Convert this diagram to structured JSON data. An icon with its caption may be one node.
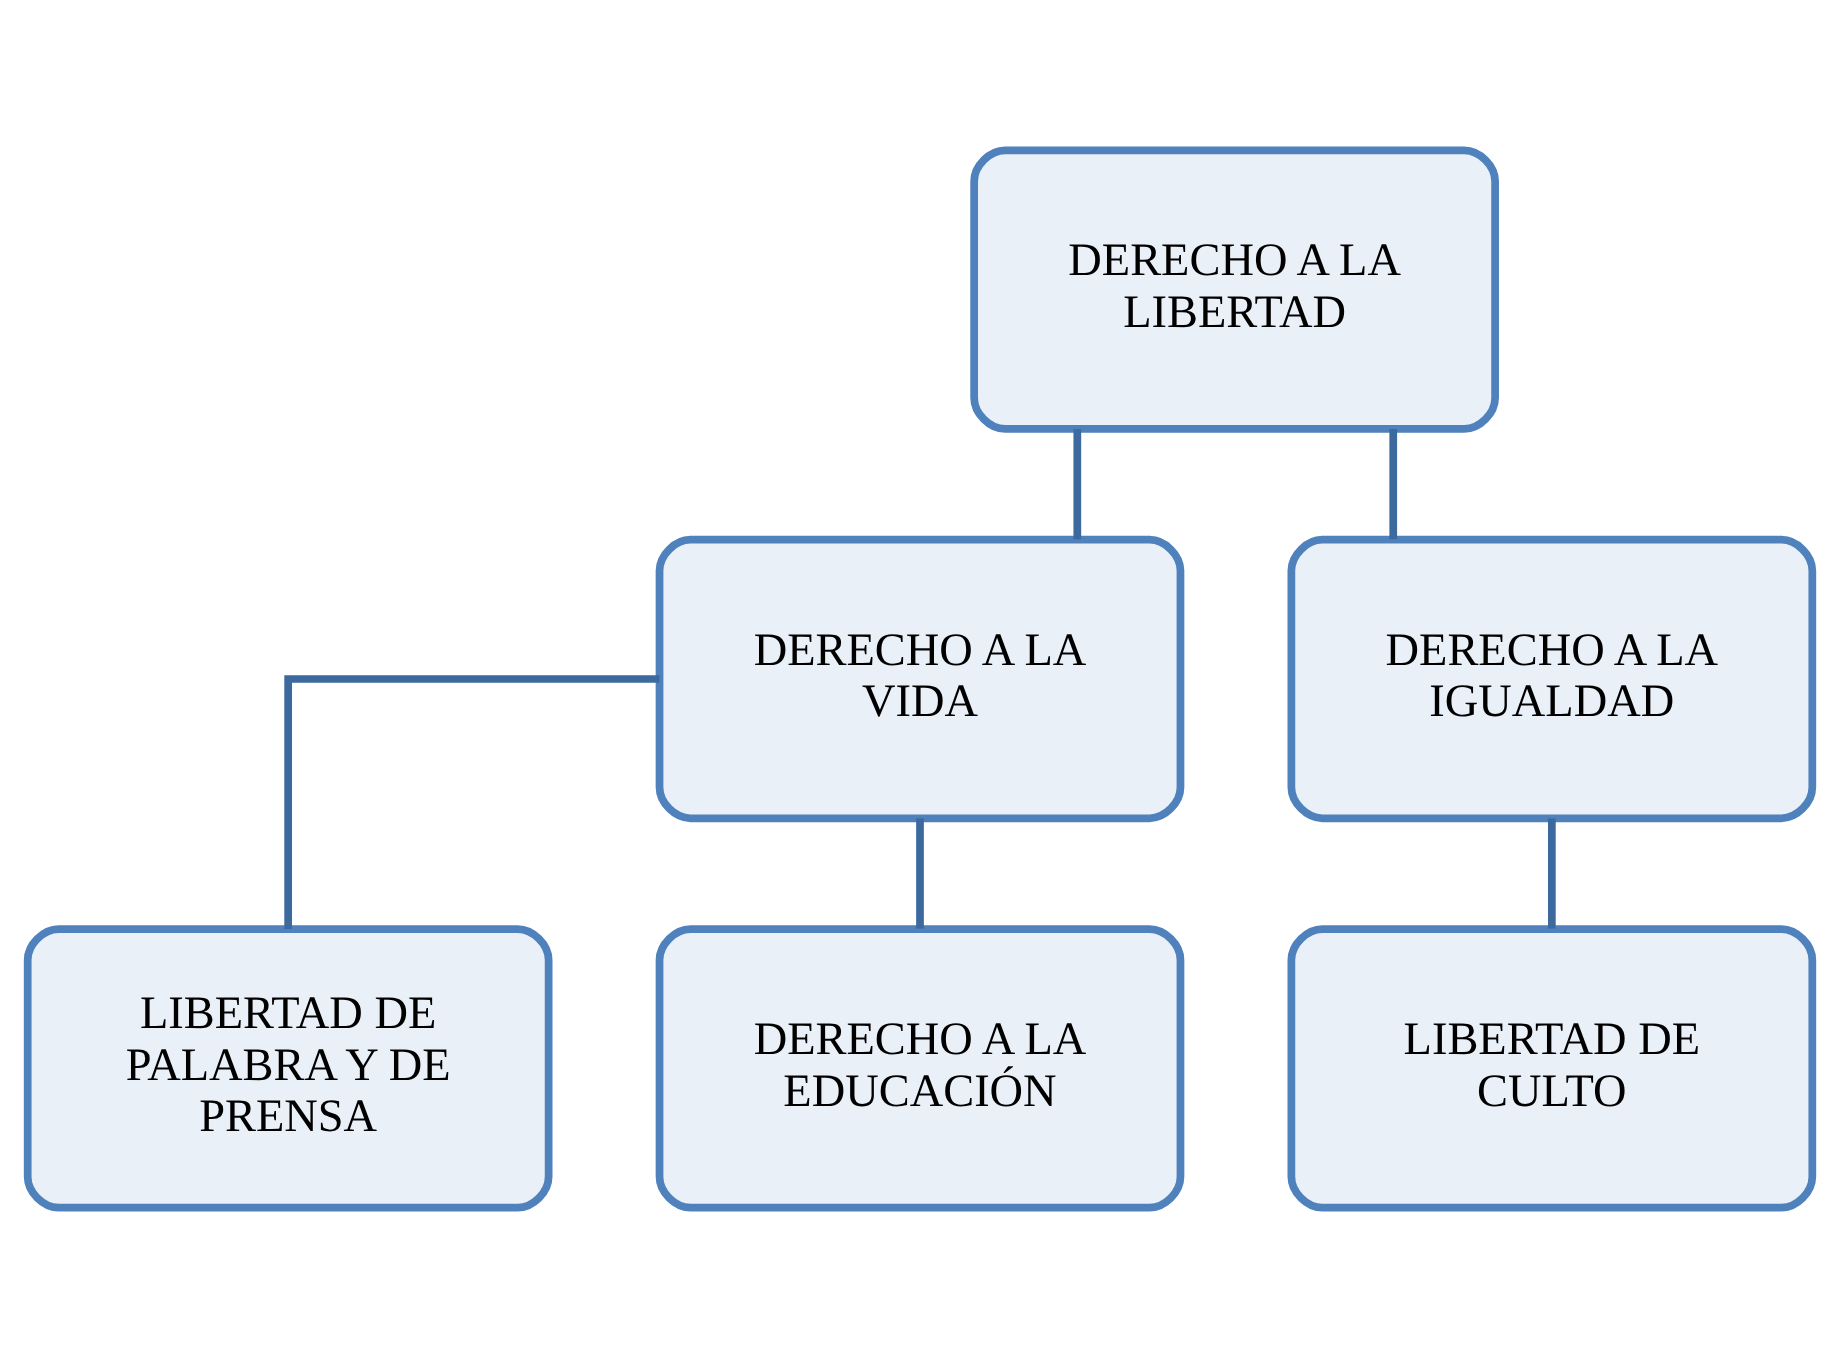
{
  "diagram": {
    "nodes": [
      {
        "text": [
          "DERECHO A LA LIBERTAD"
        ]
      },
      {
        "text": [
          "DERECHO A LA VIDA"
        ]
      },
      {
        "text": [
          "DERECHO A LA IGUALDAD"
        ]
      },
      {
        "text": [
          "LIBERTAD DE PALABRA Y DE PRENSA"
        ]
      },
      {
        "text": [
          "DERECHO A LA EDUCACIÓN"
        ]
      },
      {
        "text": [
          "LIBERTAD DE CULTO"
        ]
      }
    ],
    "edges": [
      {
        "from": 0,
        "to": 1,
        "arrow": "none"
      },
      {
        "from": 0,
        "to": 2,
        "arrow": "none"
      },
      {
        "from": 1,
        "to": 3,
        "arrow": "none"
      },
      {
        "from": 1,
        "to": 4,
        "arrow": "none"
      },
      {
        "from": 2,
        "to": 5,
        "arrow": "none"
      }
    ]
  }
}
